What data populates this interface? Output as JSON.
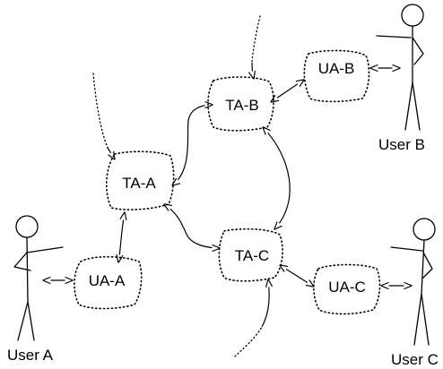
{
  "nodes": {
    "ta_a": "TA-A",
    "ta_b": "TA-B",
    "ta_c": "TA-C",
    "ua_a": "UA-A",
    "ua_b": "UA-B",
    "ua_c": "UA-C"
  },
  "users": {
    "a": "User A",
    "b": "User B",
    "c": "User C"
  }
}
